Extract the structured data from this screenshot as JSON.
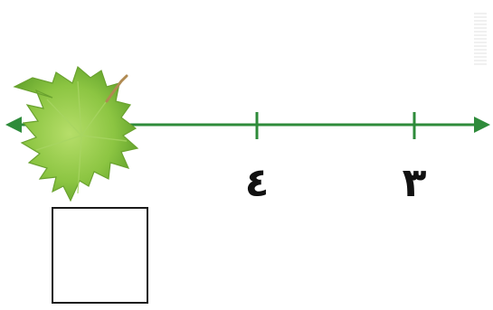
{
  "number_line": {
    "line_color": "#2e8b3a",
    "direction": "right-to-left",
    "ticks": [
      {
        "value": 4,
        "label": "٤"
      },
      {
        "value": 3,
        "label": "٣"
      }
    ],
    "hidden_point_marker": "maple-leaf"
  },
  "answer_box": {
    "value": ""
  }
}
